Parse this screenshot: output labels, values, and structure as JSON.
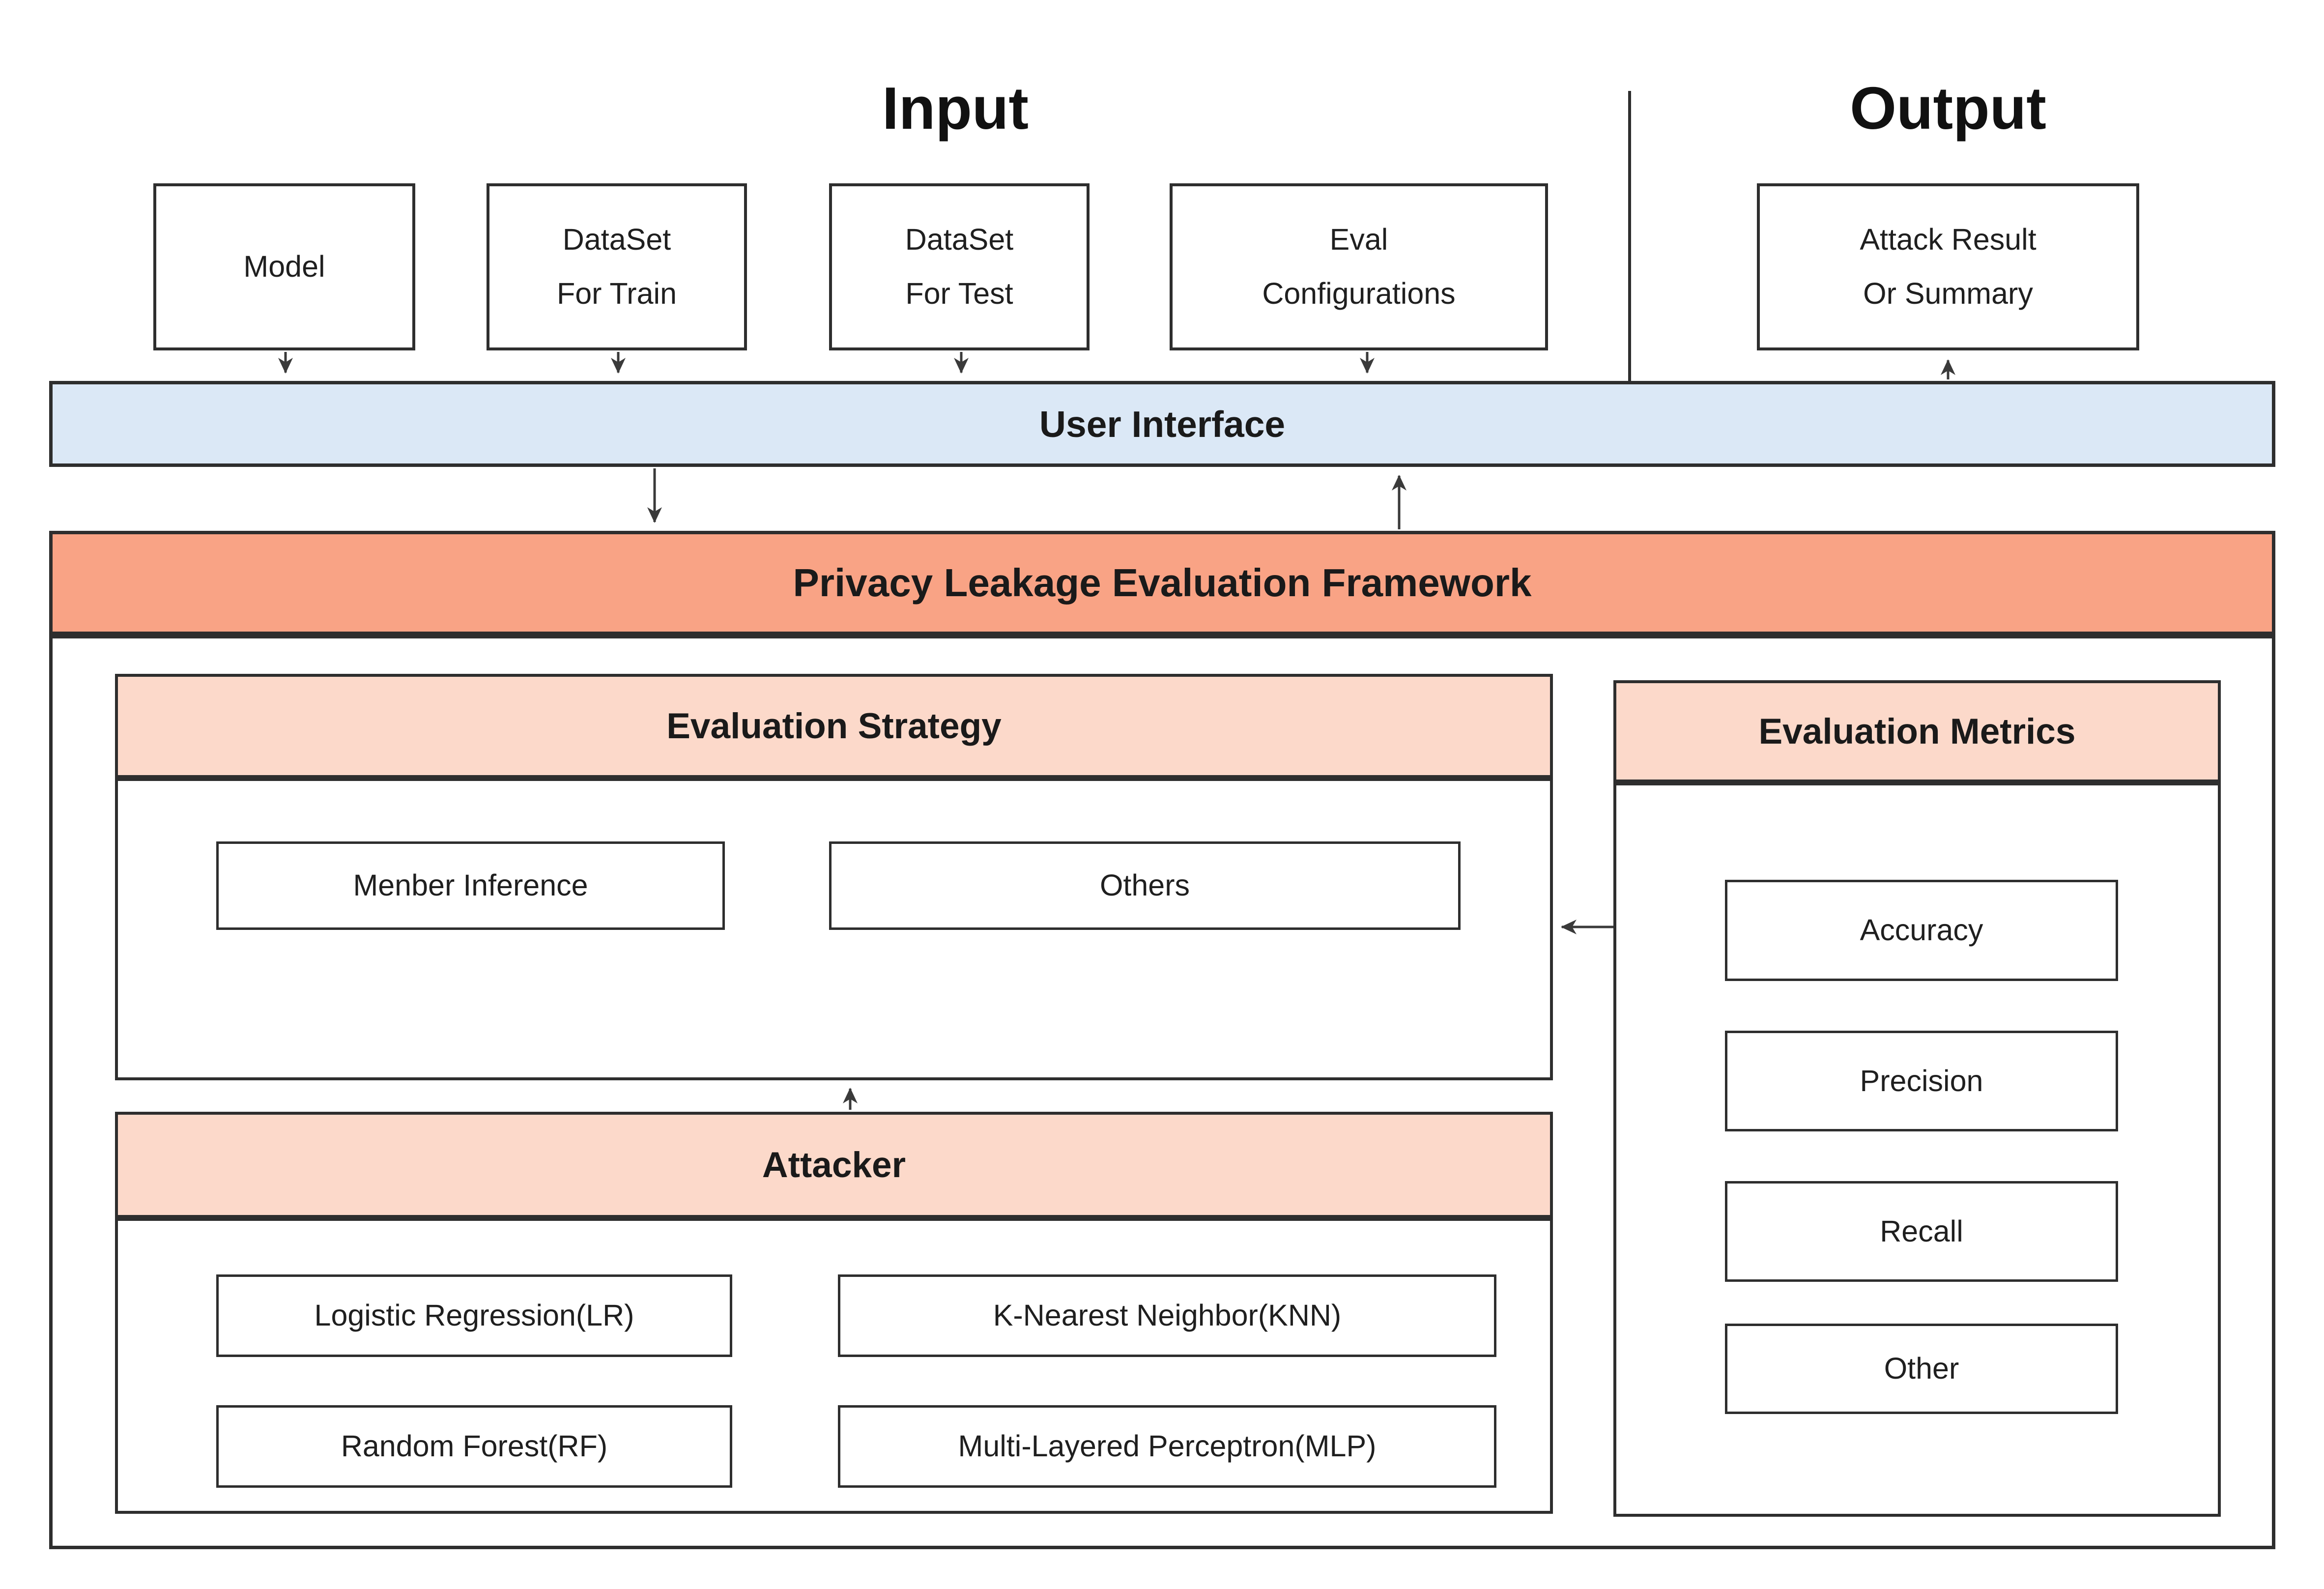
{
  "titles": {
    "input": "Input",
    "output": "Output"
  },
  "input_boxes": [
    {
      "name": "model",
      "label": "Model"
    },
    {
      "name": "dataset-for-train",
      "label": "DataSet\nFor Train"
    },
    {
      "name": "dataset-for-test",
      "label": "DataSet\nFor Test"
    },
    {
      "name": "eval-configurations",
      "label": "Eval\nConfigurations"
    }
  ],
  "output_boxes": [
    {
      "name": "attack-result",
      "label": "Attack Result\nOr Summary"
    }
  ],
  "user_interface": {
    "label": "User Interface"
  },
  "framework": {
    "title": "Privacy Leakage Evaluation Framework"
  },
  "sections": {
    "strategy": {
      "title": "Evaluation Strategy",
      "items": [
        {
          "label": "Menber Inference"
        },
        {
          "label": "Others"
        }
      ]
    },
    "attacker": {
      "title": "Attacker",
      "items": [
        {
          "label": "Logistic Regression(LR)"
        },
        {
          "label": "K-Nearest Neighbor(KNN)"
        },
        {
          "label": "Random Forest(RF)"
        },
        {
          "label": "Multi-Layered Perceptron(MLP)"
        }
      ]
    },
    "metrics": {
      "title": "Evaluation Metrics",
      "items": [
        {
          "label": "Accuracy"
        },
        {
          "label": "Precision"
        },
        {
          "label": "Recall"
        },
        {
          "label": "Other"
        }
      ]
    }
  },
  "colors": {
    "ui_fill": "#dbe8f6",
    "framework_header_fill": "#f9a385",
    "section_header_fill": "#fcd9ca",
    "border": "#2e2e2e",
    "arrow": "#3a3a3a",
    "text": "#1a1a1a"
  }
}
